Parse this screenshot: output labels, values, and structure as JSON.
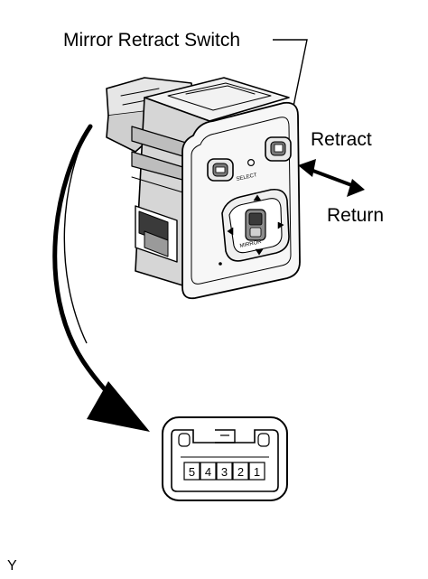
{
  "labels": {
    "switch_name": "Mirror Retract Switch",
    "retract": "Retract",
    "return": "Return",
    "corner_code": "Y"
  },
  "connector": {
    "pins": [
      "5",
      "4",
      "3",
      "2",
      "1"
    ]
  },
  "switch_panel": {
    "center_text": "SELECT",
    "dial_text": "MIRROR"
  },
  "colors": {
    "line": "#000000",
    "background": "#ffffff",
    "shade_light": "#d9d9d9",
    "shade_dark": "#8c8c8c"
  }
}
